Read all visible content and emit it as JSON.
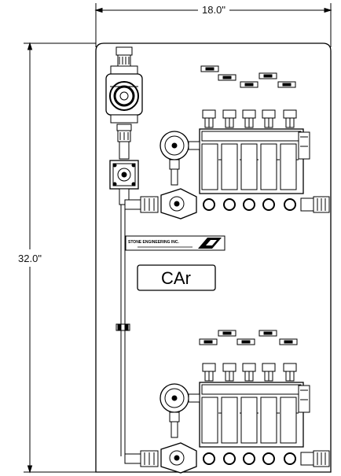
{
  "dimensions": {
    "width_label": "18.0\"",
    "height_label": "32.0\""
  },
  "panel": {
    "name_plate": "CAr",
    "logo_text": "STONE ENGINEERING INC."
  }
}
